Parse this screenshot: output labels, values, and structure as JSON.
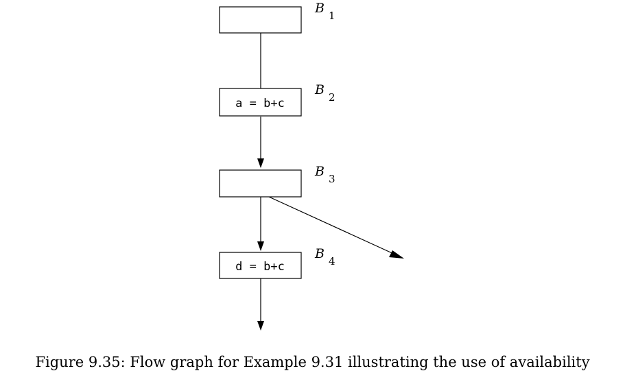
{
  "blocks": [
    {
      "id": "B1",
      "label": "B",
      "sub": "1",
      "code": ""
    },
    {
      "id": "B2",
      "label": "B",
      "sub": "2",
      "code": "a = b+c"
    },
    {
      "id": "B3",
      "label": "B",
      "sub": "3",
      "code": ""
    },
    {
      "id": "B4",
      "label": "B",
      "sub": "4",
      "code": "d = b+c"
    }
  ],
  "caption": "Figure 9.35: Flow graph for Example 9.31 illustrating the use of availability"
}
